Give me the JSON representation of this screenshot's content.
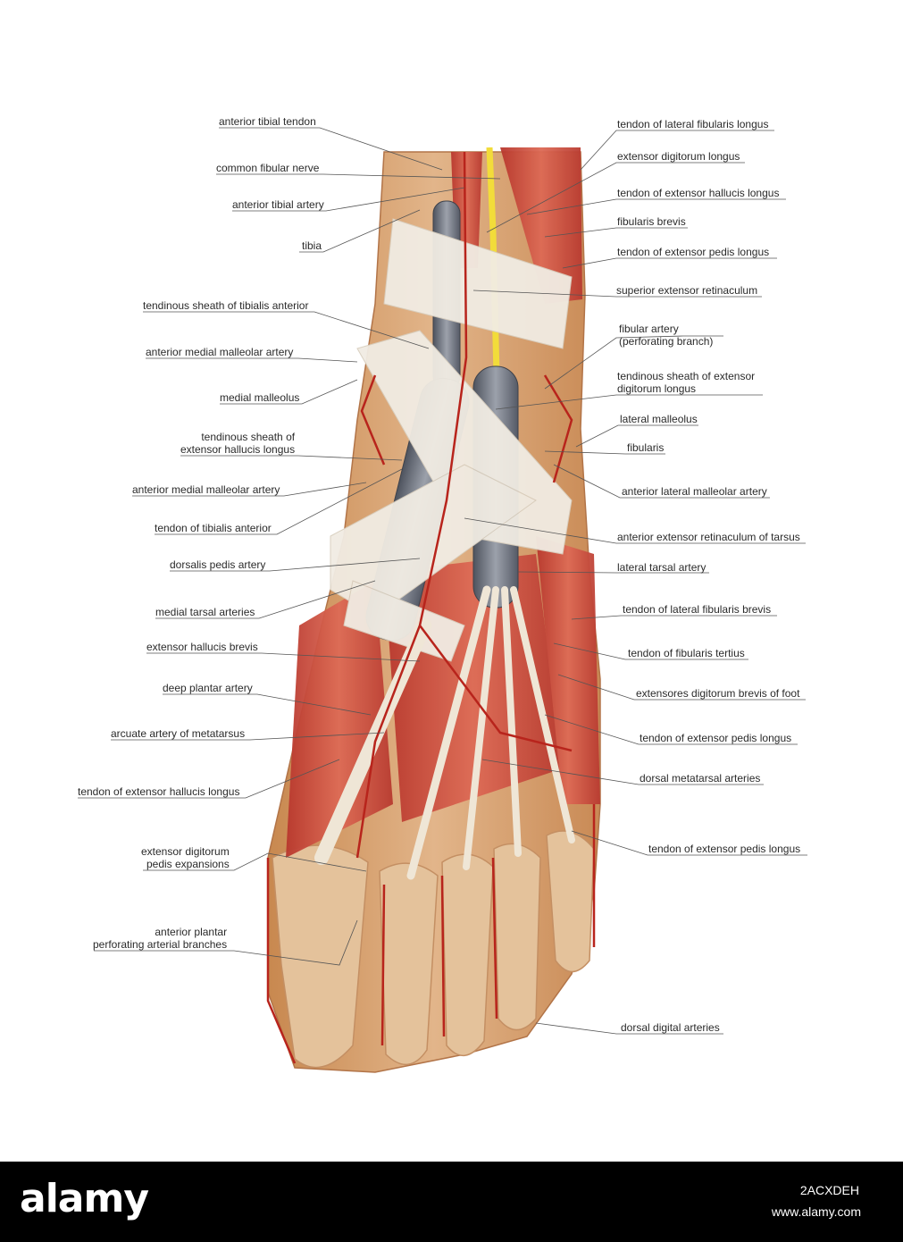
{
  "labels_left": [
    {
      "id": "l1",
      "text": "anterior tibial tendon"
    },
    {
      "id": "l2",
      "text": "common fibular nerve"
    },
    {
      "id": "l3",
      "text": "anterior tibial artery"
    },
    {
      "id": "l4",
      "text": "tibia"
    },
    {
      "id": "l5",
      "text": "tendinous sheath of tibialis anterior"
    },
    {
      "id": "l6",
      "text": "anterior medial malleolar artery"
    },
    {
      "id": "l7",
      "text": "medial malleolus"
    },
    {
      "id": "l8",
      "text": "tendinous sheath of\nextensor hallucis longus"
    },
    {
      "id": "l9",
      "text": "anterior medial malleolar artery"
    },
    {
      "id": "l10",
      "text": "tendon of tibialis anterior"
    },
    {
      "id": "l11",
      "text": "dorsalis pedis artery"
    },
    {
      "id": "l12",
      "text": "medial tarsal arteries"
    },
    {
      "id": "l13",
      "text": "extensor hallucis brevis"
    },
    {
      "id": "l14",
      "text": "deep plantar artery"
    },
    {
      "id": "l15",
      "text": "arcuate artery of metatarsus"
    },
    {
      "id": "l16",
      "text": "tendon of extensor hallucis longus"
    },
    {
      "id": "l17",
      "text": "extensor digitorum\npedis expansions"
    },
    {
      "id": "l18",
      "text": "anterior plantar\nperforating arterial branches"
    }
  ],
  "labels_right": [
    {
      "id": "r1",
      "text": "tendon of lateral fibularis longus"
    },
    {
      "id": "r2",
      "text": "extensor digitorum longus"
    },
    {
      "id": "r3",
      "text": "tendon of extensor hallucis longus"
    },
    {
      "id": "r4",
      "text": "fibularis brevis"
    },
    {
      "id": "r5",
      "text": "tendon of extensor pedis longus"
    },
    {
      "id": "r6",
      "text": "superior extensor retinaculum"
    },
    {
      "id": "r7",
      "text": "fibular artery\n(perforating branch)"
    },
    {
      "id": "r8",
      "text": "tendinous sheath of extensor\ndigitorum longus"
    },
    {
      "id": "r9",
      "text": "lateral malleolus"
    },
    {
      "id": "r10",
      "text": "fibularis"
    },
    {
      "id": "r11",
      "text": "anterior lateral malleolar artery"
    },
    {
      "id": "r12",
      "text": "anterior extensor retinaculum of tarsus"
    },
    {
      "id": "r13",
      "text": "lateral tarsal artery"
    },
    {
      "id": "r14",
      "text": "tendon of lateral fibularis brevis"
    },
    {
      "id": "r15",
      "text": "tendon of fibularis tertius"
    },
    {
      "id": "r16",
      "text": "extensores digitorum brevis of foot"
    },
    {
      "id": "r17",
      "text": "tendon of extensor pedis longus"
    },
    {
      "id": "r18",
      "text": "dorsal metatarsal arteries"
    },
    {
      "id": "r19",
      "text": "tendon of extensor pedis longus"
    },
    {
      "id": "r20",
      "text": "dorsal digital arteries"
    }
  ],
  "footer": {
    "brand": "alamy",
    "image_id": "2ACXDEH",
    "site": "www.alamy.com"
  },
  "colors": {
    "muscle": "#c9443a",
    "muscle_light": "#e07a66",
    "tendon": "#efe6d6",
    "sheath": "#6f7480",
    "nerve": "#f2dc3a",
    "artery": "#b8241c",
    "skin": "#d9a97a",
    "leader": "#555555"
  }
}
